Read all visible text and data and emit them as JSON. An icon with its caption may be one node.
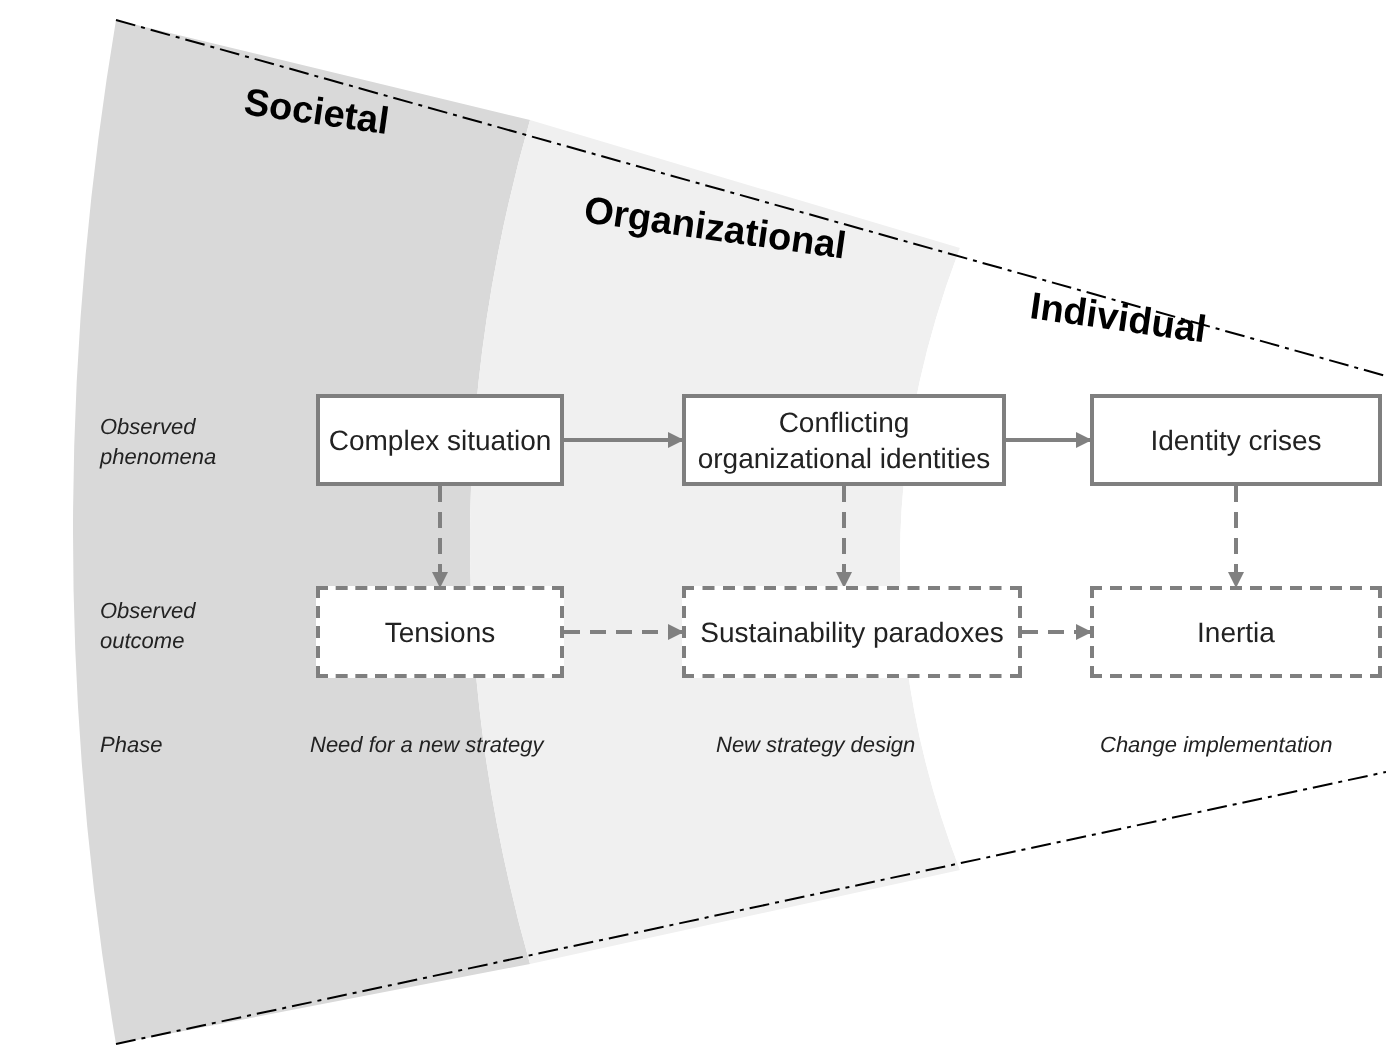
{
  "diagram": {
    "nodes": [
      {
        "text": [
          "Complex situation"
        ]
      },
      {
        "text": [
          "Conflicting organizational identities"
        ]
      },
      {
        "text": [
          "Identity crises"
        ]
      },
      {
        "text": [
          "Tensions"
        ]
      },
      {
        "text": [
          "Sustainability paradoxes"
        ]
      },
      {
        "text": [
          "Inertia"
        ]
      }
    ],
    "edges": [
      {
        "from": 0,
        "to": 1,
        "arrow": "to"
      },
      {
        "from": 1,
        "to": 2,
        "arrow": "to"
      },
      {
        "from": 0,
        "to": 3,
        "arrow": "to",
        "style": "dashed"
      },
      {
        "from": 1,
        "to": 4,
        "arrow": "to",
        "style": "dashed"
      },
      {
        "from": 2,
        "to": 5,
        "arrow": "to",
        "style": "dashed"
      },
      {
        "from": 3,
        "to": 4,
        "arrow": "to",
        "style": "dashed"
      },
      {
        "from": 4,
        "to": 5,
        "arrow": "to",
        "style": "dashed"
      }
    ],
    "labels": [
      "Societal",
      "Organizational",
      "Individual",
      "Observed phenomena",
      "Observed outcome",
      "Phase",
      "Need for a new strategy",
      "New strategy design",
      "Change implementation"
    ]
  }
}
